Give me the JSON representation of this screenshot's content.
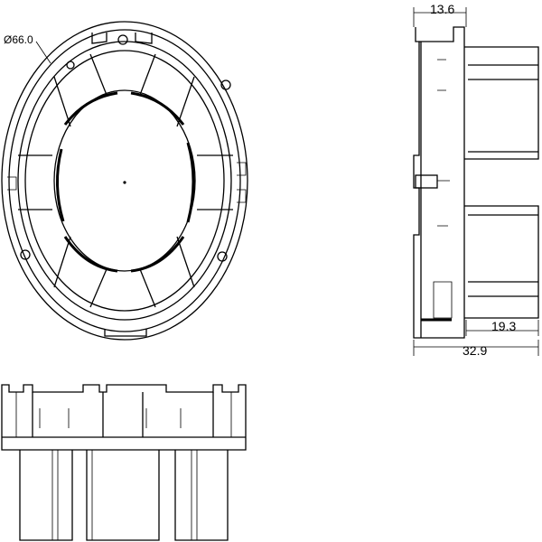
{
  "dimensions": {
    "diameter": "Ø66.0",
    "side_top_width": "13.6",
    "side_inner_depth": "19.3",
    "side_total_depth": "32.9"
  }
}
